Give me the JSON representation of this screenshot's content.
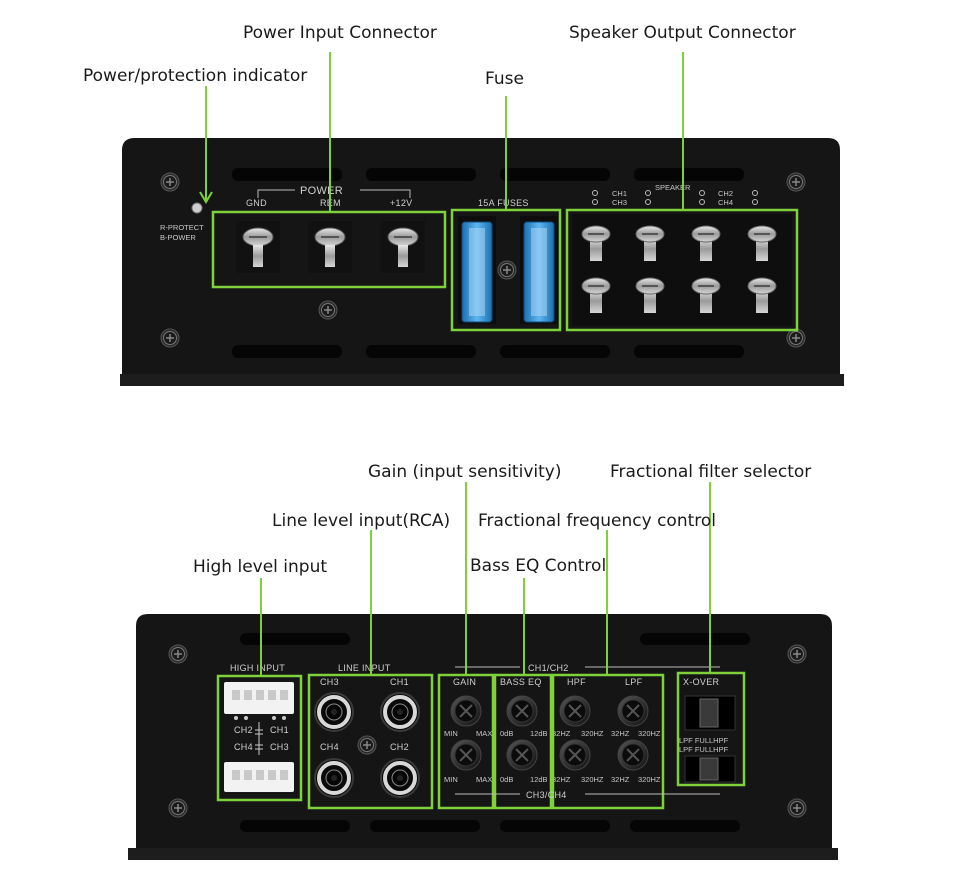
{
  "colors": {
    "accent": "#7fd13b",
    "chassis": "#151515",
    "fuse": "#2b8fd6"
  },
  "top_panel": {
    "callouts": {
      "power_input": "Power Input Connector",
      "speaker_output": "Speaker Output Connector",
      "power_protection": "Power/protection indicator",
      "fuse": "Fuse"
    },
    "silkscreen": {
      "power": "POWER",
      "gnd": "GND",
      "rem": "REM",
      "plus12v": "+12V",
      "fuses": "15A FUSES",
      "speaker": "SPEAKER",
      "ch1": "CH1",
      "ch3": "CH3",
      "ch2": "CH2",
      "ch4": "CH4",
      "r_protect": "R-PROTECT",
      "b_power": "B-POWER"
    }
  },
  "bottom_panel": {
    "callouts": {
      "gain": "Gain (input sensitivity)",
      "filter_selector": "Fractional filter selector",
      "line_input": "Line level input(RCA)",
      "freq_control": "Fractional frequency control",
      "high_input": "High level input",
      "bass_eq": "Bass EQ Control"
    },
    "silkscreen": {
      "high_input": "HIGH INPUT",
      "line_input": "LINE INPUT",
      "ch1ch2": "CH1/CH2",
      "ch3ch4": "CH3/CH4",
      "hi_ch2": "CH2",
      "hi_ch1": "CH1",
      "hi_ch4": "CH4",
      "hi_ch3": "CH3",
      "rca_ch3": "CH3",
      "rca_ch1": "CH1",
      "rca_ch4": "CH4",
      "rca_ch2": "CH2",
      "gain": "GAIN",
      "bass_eq": "BASS EQ",
      "hpf": "HPF",
      "lpf": "LPF",
      "xover": "X-OVER",
      "min": "MIN",
      "max": "MAX",
      "zero_db": "0dB",
      "twelve_db": "12dB",
      "hz32": "32HZ",
      "hz320": "320HZ",
      "lpf_full_hpf": "LPF FULLHPF"
    }
  }
}
